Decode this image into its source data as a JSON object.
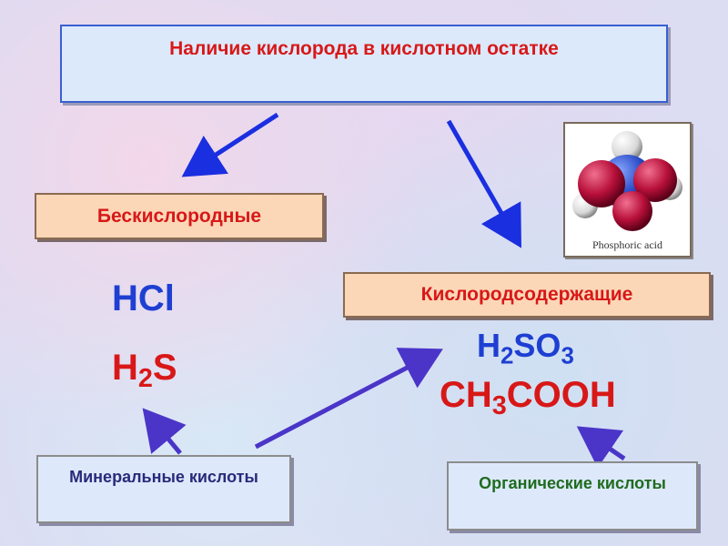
{
  "title": "Наличие кислорода в кислотном остатке",
  "categories": {
    "oxygen_free": "Бескислородные",
    "oxygen_containing": "Кислородсодержащие"
  },
  "formulas": {
    "hcl": "HCl",
    "h2s": {
      "a": "H",
      "sub": "2",
      "b": "S"
    },
    "h2so3": {
      "a": "H",
      "sub1": "2",
      "b": "SO",
      "sub2": "3"
    },
    "ch3cooh": {
      "a": "CH",
      "sub": "3",
      "b": "COOH"
    }
  },
  "sources": {
    "mineral": "Минеральные кислоты",
    "organic": "Органические кислоты"
  },
  "image": {
    "caption": "Phosphoric acid"
  },
  "colors": {
    "red": "#d81818",
    "blue": "#1e3fd2",
    "arrow_blue": "#1a2fe0",
    "arrow_purple": "#4a35c8"
  }
}
